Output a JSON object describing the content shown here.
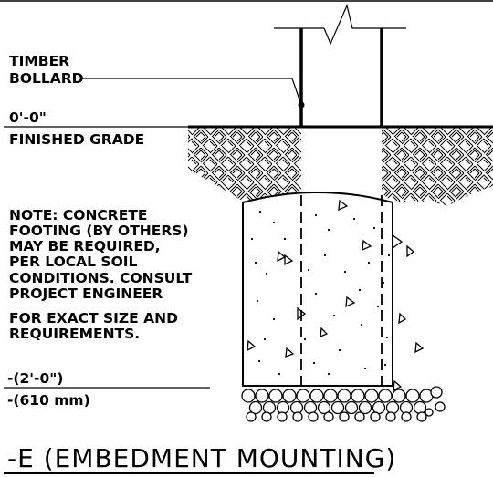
{
  "labels": {
    "bollard_line1": "TIMBER",
    "bollard_line2": "BOLLARD",
    "grade_elevation": "0'-0\"",
    "finished_grade": "FINISHED GRADE",
    "depth_imperial": "-(2'-0\")",
    "depth_metric": "-(610 mm)"
  },
  "note": {
    "lines": [
      "NOTE: CONCRETE",
      "FOOTING (BY OTHERS)",
      "MAY BE REQUIRED,",
      "PER LOCAL SOIL",
      "CONDITIONS. CONSULT",
      "PROJECT ENGINEER",
      "FOR EXACT SIZE AND",
      "REQUIREMENTS."
    ]
  },
  "title": "-E (EMBEDMENT MOUNTING)"
}
